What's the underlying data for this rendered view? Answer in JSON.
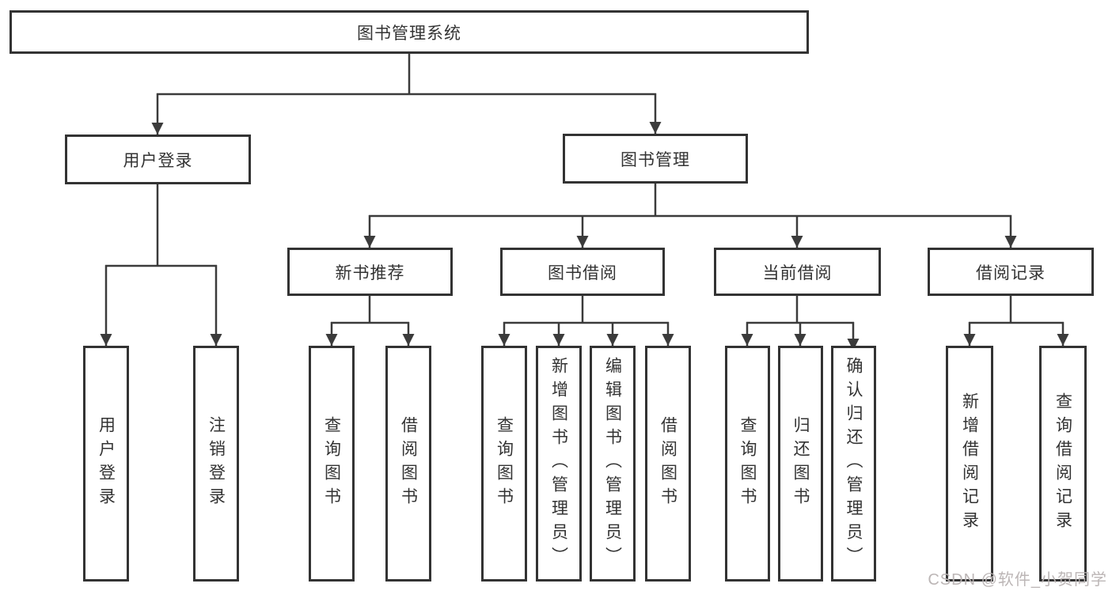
{
  "diagram": {
    "root_label": "图书管理系统",
    "user_login": {
      "label": "用户登录",
      "leaves": [
        "用户登录",
        "注销登录"
      ]
    },
    "book_mgmt": {
      "label": "图书管理",
      "sections": [
        {
          "label": "新书推荐",
          "leaves": [
            "查询图书",
            "借阅图书"
          ]
        },
        {
          "label": "图书借阅",
          "leaves": [
            "查询图书",
            "新增图书（管理员）",
            "编辑图书（管理员）",
            "借阅图书"
          ]
        },
        {
          "label": "当前借阅",
          "leaves": [
            "查询图书",
            "归还图书",
            "确认归还（管理员）"
          ]
        },
        {
          "label": "借阅记录",
          "leaves": [
            "新增借阅记录",
            "查询借阅记录"
          ]
        }
      ]
    }
  },
  "watermark": "CSDN @软件_小贺同学",
  "colors": {
    "line": "#3b3b3b",
    "box_border": "#333333",
    "text": "#333333",
    "watermark_text": "#b9b3b3",
    "background": "#ffffff"
  }
}
